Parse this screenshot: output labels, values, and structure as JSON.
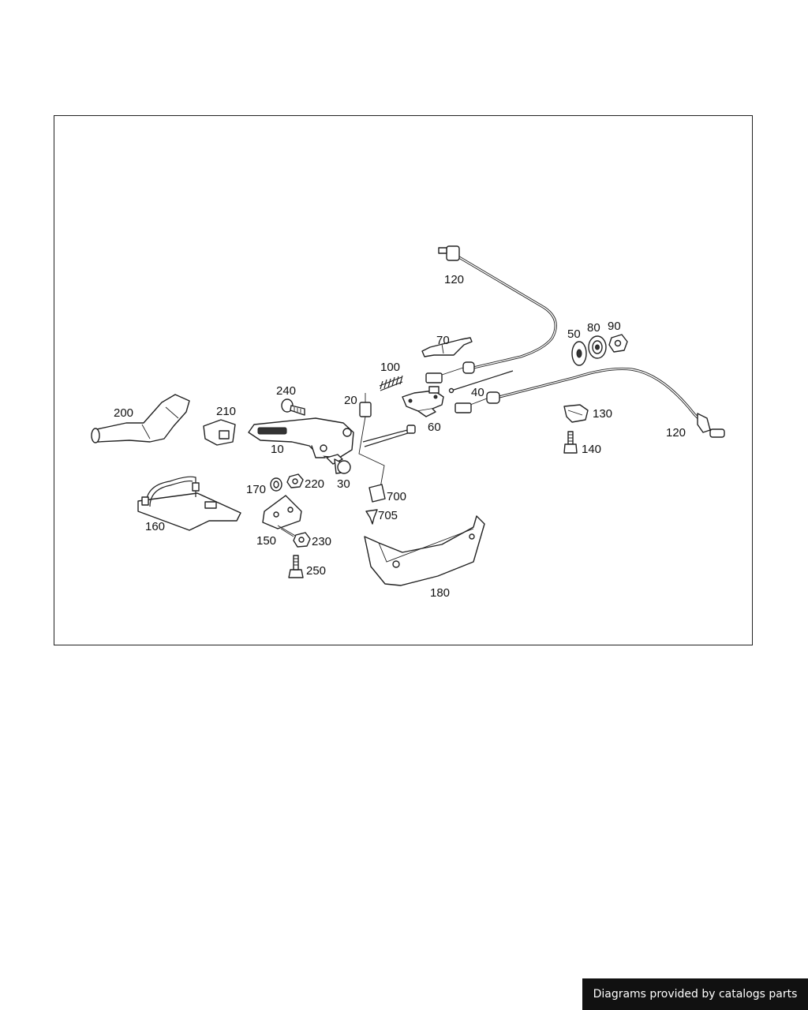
{
  "labels": {
    "p10": "10",
    "p20": "20",
    "p30": "30",
    "p40": "40",
    "p50": "50",
    "p60": "60",
    "p70": "70",
    "p80": "80",
    "p90": "90",
    "p100": "100",
    "p120a": "120",
    "p120b": "120",
    "p130": "130",
    "p140": "140",
    "p150": "150",
    "p160": "160",
    "p170": "170",
    "p180": "180",
    "p200": "200",
    "p210": "210",
    "p220": "220",
    "p230": "230",
    "p240": "240",
    "p250": "250",
    "p700": "700",
    "p705": "705"
  },
  "footer": {
    "credit": "Diagrams provided by catalogs parts"
  }
}
